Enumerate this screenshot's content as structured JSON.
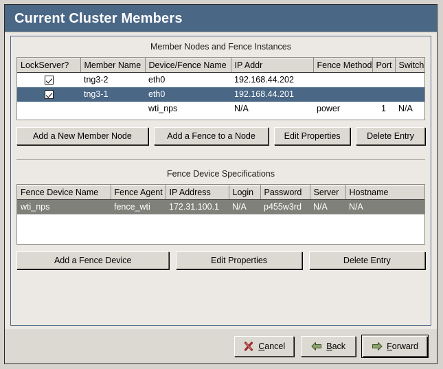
{
  "window": {
    "title": "Current Cluster Members"
  },
  "member_section": {
    "title": "Member Nodes and Fence Instances",
    "columns": [
      "LockServer?",
      "Member Name",
      "Device/Fence Name",
      "IP Addr",
      "Fence Method",
      "Port",
      "Switch"
    ],
    "rows": [
      {
        "lockserver_checked": true,
        "member_name": "tng3-2",
        "device_fence_name": "eth0",
        "ip_addr": "192.168.44.202",
        "fence_method": "",
        "port": "",
        "switch": "",
        "selected": false
      },
      {
        "lockserver_checked": true,
        "member_name": "tng3-1",
        "device_fence_name": "eth0",
        "ip_addr": "192.168.44.201",
        "fence_method": "",
        "port": "",
        "switch": "",
        "selected": true
      },
      {
        "lockserver_checked": false,
        "member_name": "",
        "device_fence_name": "wti_nps",
        "ip_addr": "N/A",
        "fence_method": "power",
        "port": "1",
        "switch": "N/A",
        "selected": false
      }
    ],
    "buttons": [
      "Add a New Member Node",
      "Add a Fence to a Node",
      "Edit Properties",
      "Delete Entry"
    ]
  },
  "fence_section": {
    "title": "Fence Device Specifications",
    "columns": [
      "Fence Device Name",
      "Fence Agent",
      "IP Address",
      "Login",
      "Password",
      "Server",
      "Hostname"
    ],
    "rows": [
      {
        "fence_device_name": "wti_nps",
        "fence_agent": "fence_wti",
        "ip_address": "172.31.100.1",
        "login": "N/A",
        "password": "p455w3rd",
        "server": "N/A",
        "hostname": "N/A",
        "selected": true
      }
    ],
    "buttons": [
      "Add a Fence Device",
      "Edit Properties",
      "Delete Entry"
    ]
  },
  "action_area": {
    "cancel": {
      "label_pre": "",
      "mnemonic": "C",
      "label_post": "ancel",
      "icon": "cancel-x-icon"
    },
    "back": {
      "label_pre": "",
      "mnemonic": "B",
      "label_post": "ack",
      "icon": "arrow-left-icon"
    },
    "forward": {
      "label_pre": "",
      "mnemonic": "F",
      "label_post": "orward",
      "icon": "arrow-right-icon",
      "focused": true
    }
  },
  "colors": {
    "titlebar": "#4a6786",
    "selection_focused": "#4a6786",
    "selection_unfocused": "#80807a",
    "window_bg": "#ece9e4",
    "button_bg": "#dcd9d2",
    "icon_green": "#7f9b63",
    "icon_red": "#9c2f2f"
  }
}
